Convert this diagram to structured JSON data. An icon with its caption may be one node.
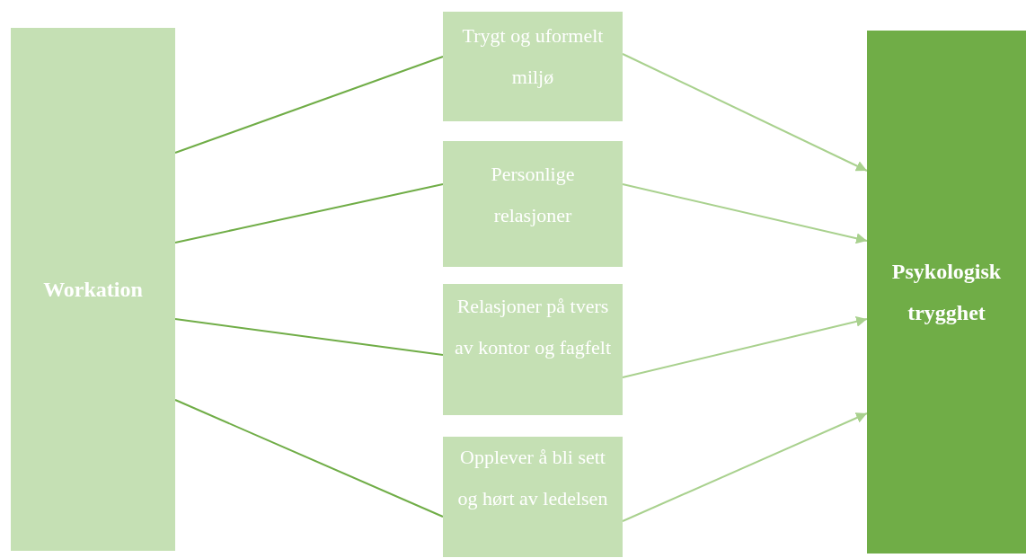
{
  "diagram": {
    "nodes": [
      {
        "text": [
          "Workation"
        ]
      },
      {
        "text": [
          "Trygt og uformelt miljø"
        ]
      },
      {
        "text": [
          "Personlige relasjoner"
        ]
      },
      {
        "text": [
          "Relasjoner på tvers av kontor og fagfelt"
        ]
      },
      {
        "text": [
          "Opplever å bli sett og hørt av ledelsen"
        ]
      },
      {
        "text": [
          "Psykologisk trygghet"
        ]
      }
    ],
    "edges": [
      {
        "from": 0,
        "to": 1,
        "arrow": "none"
      },
      {
        "from": 0,
        "to": 2,
        "arrow": "none"
      },
      {
        "from": 0,
        "to": 3,
        "arrow": "none"
      },
      {
        "from": 0,
        "to": 4,
        "arrow": "none"
      },
      {
        "from": 1,
        "to": 5,
        "arrow": "to",
        "color": "#a9d18e"
      },
      {
        "from": 2,
        "to": 5,
        "arrow": "to",
        "color": "#a9d18e"
      },
      {
        "from": 3,
        "to": 5,
        "arrow": "to",
        "color": "#a9d18e"
      },
      {
        "from": 4,
        "to": 5,
        "arrow": "to",
        "color": "#a9d18e"
      }
    ]
  }
}
